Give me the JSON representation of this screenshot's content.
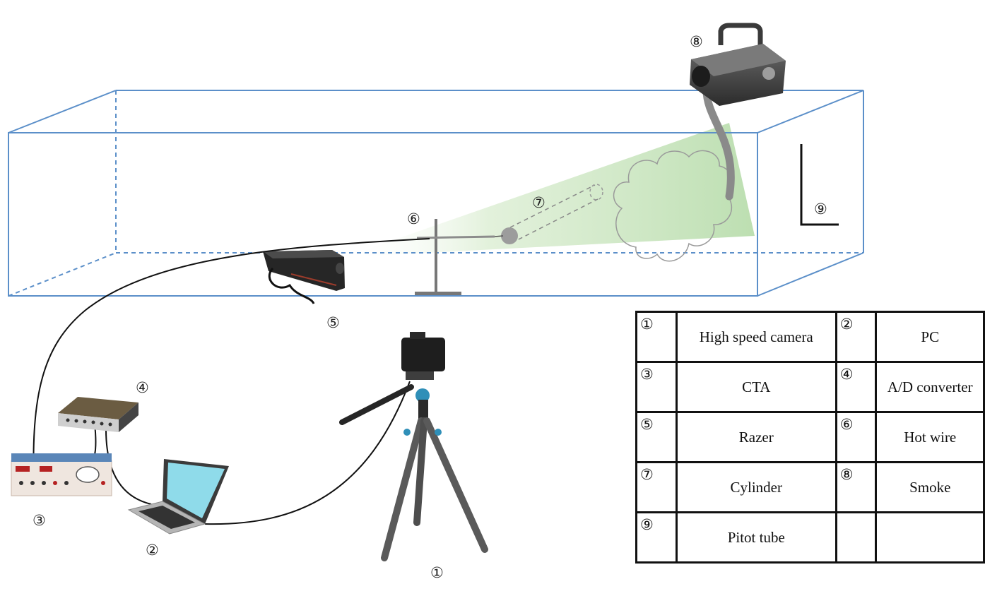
{
  "callouts": {
    "c1": "①",
    "c2": "②",
    "c3": "③",
    "c4": "④",
    "c5": "⑤",
    "c6": "⑥",
    "c7": "⑦",
    "c8": "⑧",
    "c9": "⑨"
  },
  "legend": {
    "rows": [
      [
        {
          "num": "①",
          "label": "High speed camera"
        },
        {
          "num": "②",
          "label": "PC"
        }
      ],
      [
        {
          "num": "③",
          "label": "CTA"
        },
        {
          "num": "④",
          "label": "A/D converter"
        }
      ],
      [
        {
          "num": "⑤",
          "label": "Razer"
        },
        {
          "num": "⑥",
          "label": "Hot wire"
        }
      ],
      [
        {
          "num": "⑦",
          "label": "Cylinder"
        },
        {
          "num": "⑧",
          "label": "Smoke"
        }
      ],
      [
        {
          "num": "⑨",
          "label": "Pitot tube"
        },
        {
          "num": "",
          "label": ""
        }
      ]
    ]
  },
  "colors": {
    "tunnel_edge": "#5b8fc9",
    "laser_sheet": "#cfe6c4",
    "cable": "#111111",
    "laptop_screen": "#8fdbea"
  },
  "icons": [
    "tripod-camera",
    "laptop",
    "cta-unit",
    "ad-converter",
    "laser-source",
    "hot-wire-probe",
    "cylinder",
    "smoke-machine",
    "pitot-tube"
  ]
}
